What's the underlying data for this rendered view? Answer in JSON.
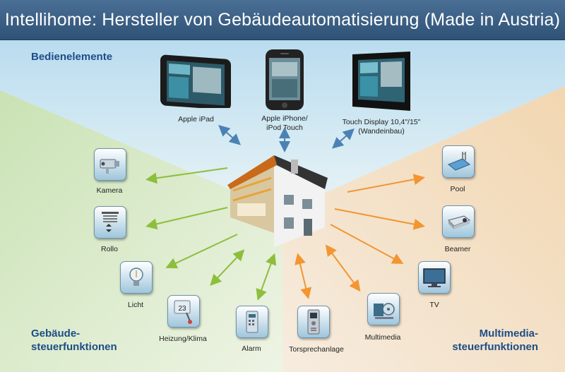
{
  "title": "Intellihome: Hersteller von Gebäudeautomatisierung (Made in Austria)",
  "sections": {
    "controls": "Bedienelemente",
    "building": "Gebäude-\nsteuerfunktionen",
    "multimedia": "Multimedia-\nsteuerfunktionen"
  },
  "devices": {
    "ipad": "Apple iPad",
    "iphone": "Apple iPhone/\niPod Touch",
    "touch": "Touch Display 10,4\"/15\"\n(Wandeinbau)"
  },
  "building_functions": {
    "kamera": "Kamera",
    "rollo": "Rollo",
    "licht": "Licht",
    "heizung": "Heizung/Klima",
    "alarm": "Alarm",
    "calendar_day": "23"
  },
  "multimedia_functions": {
    "torsprech": "Torsprechanlage",
    "multimedia": "Multimedia",
    "tv": "TV",
    "beamer": "Beamer",
    "pool": "Pool"
  },
  "colors": {
    "header": "#2f5276",
    "section_text": "#1d4d86",
    "arrow_building": "#8dbe3c",
    "arrow_multimedia": "#f39530",
    "arrow_devices": "#4b82b4"
  }
}
